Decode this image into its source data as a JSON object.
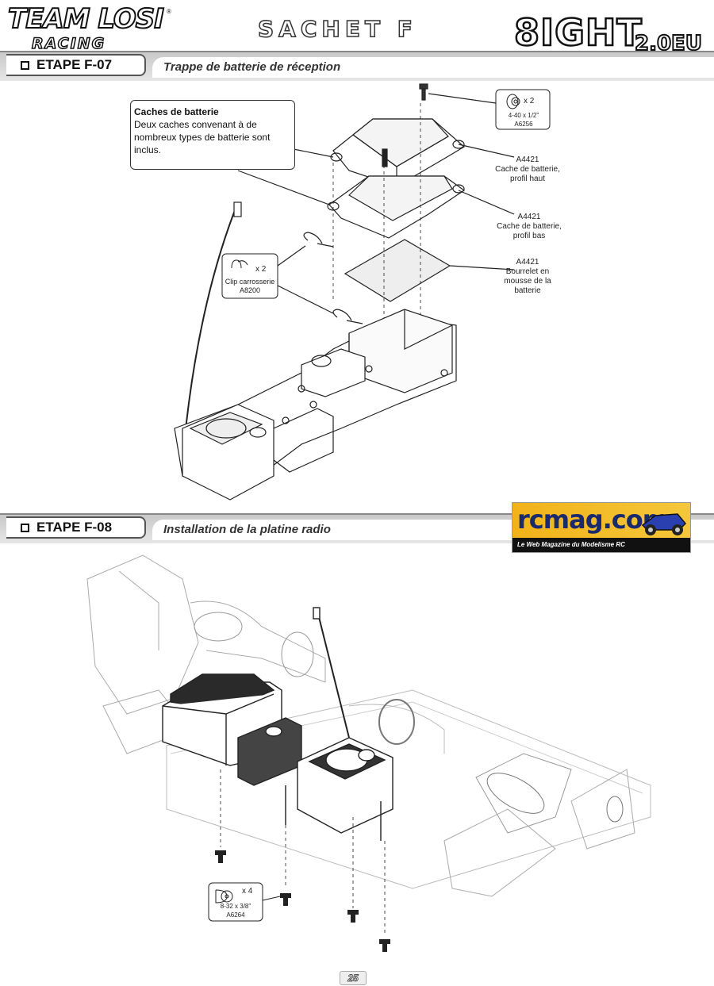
{
  "header": {
    "brand_top": "TEAM LOSI",
    "brand_bottom": "RACING",
    "registered": "®",
    "sachet": "SACHET F",
    "model": "8IGHT",
    "model_sub": "2.0EU"
  },
  "step_f07": {
    "label": "ETAPE F-07",
    "title": "Trappe de batterie de réception",
    "callout_title": "Caches de batterie",
    "callout_text": "Deux caches convenant à de nombreux types de batterie sont inclus.",
    "screw": {
      "qty": "x 2",
      "size": "4-40 x 1/2\"",
      "part": "A6256"
    },
    "clip": {
      "qty": "x 2",
      "name": "Clip carrosserie",
      "part": "A8200"
    },
    "parts": [
      {
        "code": "A4421",
        "line1": "Cache de batterie,",
        "line2": "profil haut"
      },
      {
        "code": "A4421",
        "line1": "Cache de batterie,",
        "line2": "profil bas"
      },
      {
        "code": "A4421",
        "line1": "Bourrelet en",
        "line2": "mousse de la",
        "line3": "batterie"
      }
    ]
  },
  "step_f08": {
    "label": "ETAPE F-08",
    "title": "Installation de la platine radio",
    "screw": {
      "qty": "x 4",
      "size": "8-32 x 3/8\"",
      "part": "A6264"
    }
  },
  "watermark": {
    "name": "rcmag.com",
    "tagline": "Le Web Magazine du Modelisme RC"
  },
  "page_number": "25"
}
